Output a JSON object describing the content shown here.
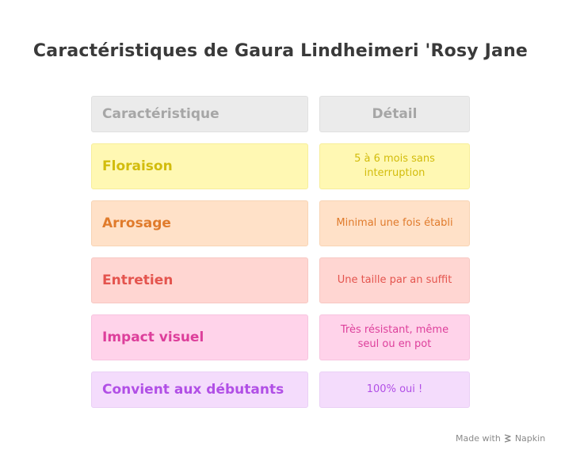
{
  "title": "Caractéristiques de Gaura Lindheimeri 'Rosy Jane",
  "table": {
    "headers": [
      "Caractéristique",
      "Détail"
    ],
    "rows": [
      {
        "feature": "Floraison",
        "detail": "5 à 6 mois sans interruption",
        "color": "#fff8b3"
      },
      {
        "feature": "Arrosage",
        "detail": "Minimal une fois établi",
        "color": "#ffe1c8"
      },
      {
        "feature": "Entretien",
        "detail": "Une taille par an suffit",
        "color": "#ffd6d2"
      },
      {
        "feature": "Impact visuel",
        "detail": "Très résistant, même seul ou en pot",
        "color": "#ffd3ea"
      },
      {
        "feature": "Convient aux débutants",
        "detail": "100% oui !",
        "color": "#f4dcfc"
      }
    ]
  },
  "footer": {
    "made_with": "Made with",
    "brand": "Napkin",
    "icon": "napkin-logo-icon"
  }
}
